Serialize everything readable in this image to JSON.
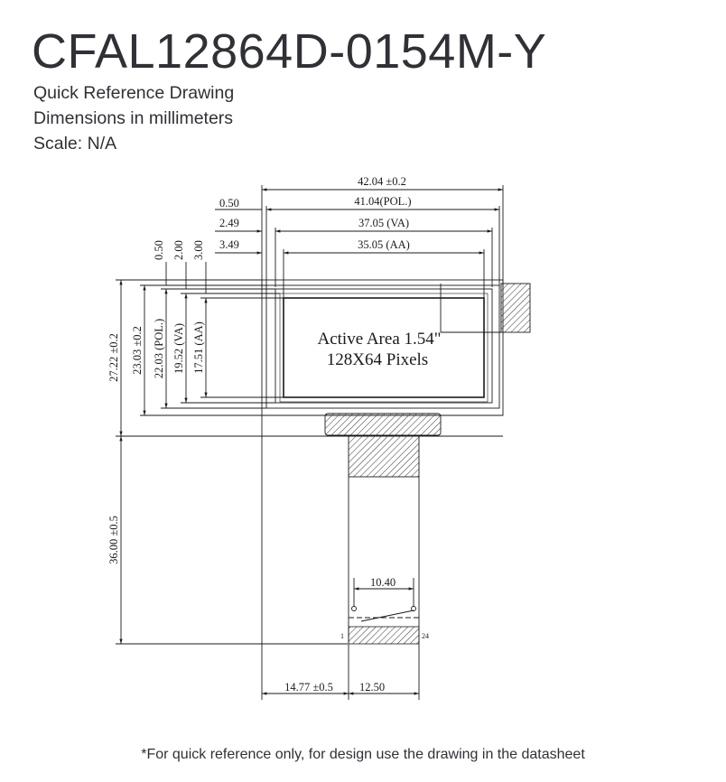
{
  "header": {
    "title": "CFAL12864D-0154M-Y",
    "subtitle_1": "Quick Reference Drawing",
    "subtitle_2": "Dimensions in millimeters",
    "subtitle_3": "Scale: N/A"
  },
  "drawing": {
    "top_dims": {
      "outline": "42.04 ±0.2",
      "polarizer": "41.04(POL.)",
      "viewing_area": "37.05 (VA)",
      "active_area": "35.05 (AA)",
      "offset_outline": "0.50",
      "offset_va": "2.49",
      "offset_aa": "3.49"
    },
    "left_offsets": {
      "outline": "0.50",
      "va": "2.00",
      "aa": "3.00"
    },
    "vertical_dims": {
      "outline": "27.22 ±0.2",
      "glass": "23.03 ±0.2",
      "polarizer": "22.03 (POL.)",
      "viewing_area": "19.52 (VA)",
      "active_area": "17.51 (AA)",
      "tail_length": "36.00 ±0.5"
    },
    "display_label_1": "Active Area 1.54\"",
    "display_label_2": "128X64 Pixels",
    "pitch_dim": "10.40",
    "pin_first": "1",
    "pin_last": "24",
    "bottom_dims": {
      "left": "14.77 ±0.5",
      "tail_width": "12.50"
    }
  },
  "footnote": "*For quick reference only, for design use the drawing in the datasheet"
}
